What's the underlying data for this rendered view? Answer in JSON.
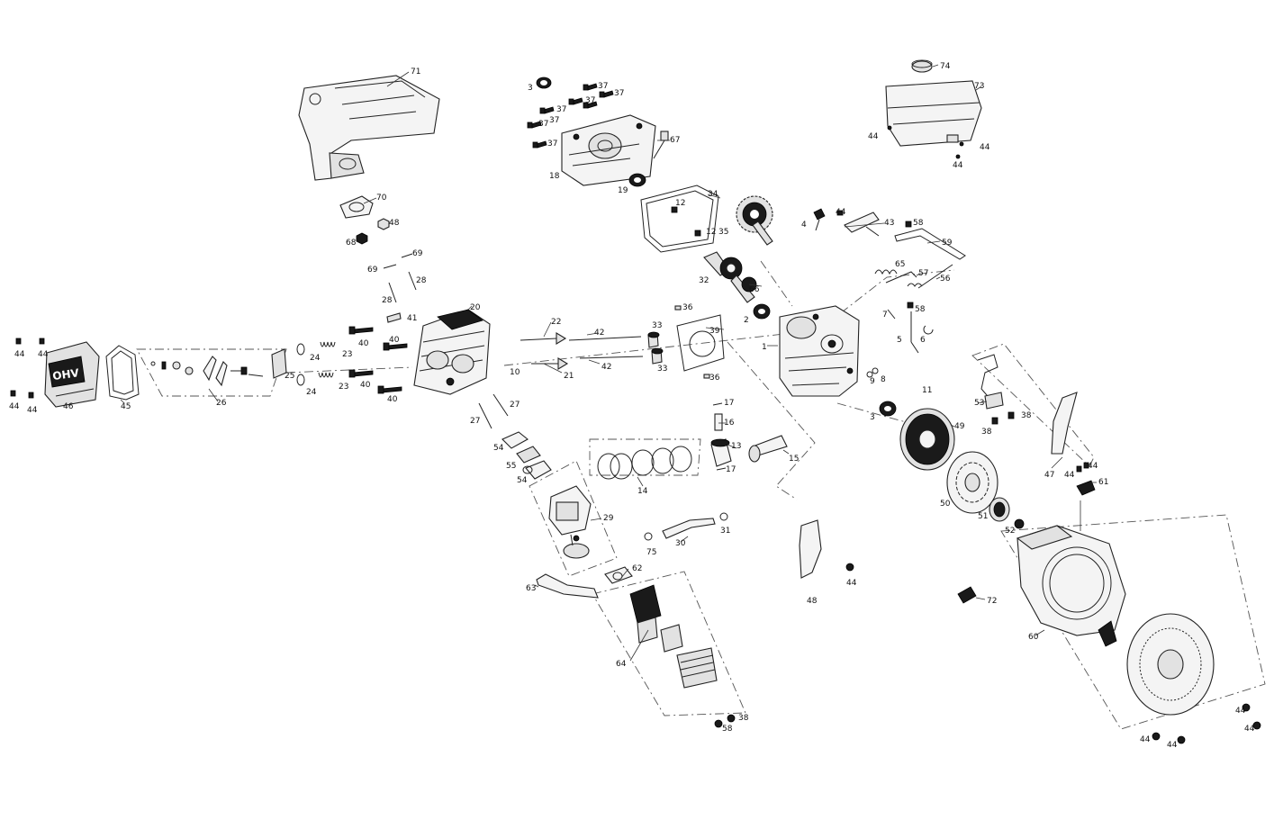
{
  "figure": {
    "cover_text": "OHV",
    "callouts": [
      {
        "id": "c71",
        "text": "71"
      },
      {
        "id": "c3a",
        "text": "3"
      },
      {
        "id": "c37a",
        "text": "37"
      },
      {
        "id": "c37b",
        "text": "37"
      },
      {
        "id": "c37c",
        "text": "37"
      },
      {
        "id": "c37d",
        "text": "37"
      },
      {
        "id": "c37e",
        "text": "37"
      },
      {
        "id": "c37f",
        "text": "37"
      },
      {
        "id": "c37g",
        "text": "37"
      },
      {
        "id": "c67",
        "text": "67"
      },
      {
        "id": "c18",
        "text": "18"
      },
      {
        "id": "c19",
        "text": "19"
      },
      {
        "id": "c34",
        "text": "34"
      },
      {
        "id": "c12a",
        "text": "12"
      },
      {
        "id": "c12b",
        "text": "12"
      },
      {
        "id": "c35",
        "text": "35"
      },
      {
        "id": "c74",
        "text": "74"
      },
      {
        "id": "c73",
        "text": "73"
      },
      {
        "id": "c44a",
        "text": "44"
      },
      {
        "id": "c44b",
        "text": "44"
      },
      {
        "id": "c44c",
        "text": "44"
      },
      {
        "id": "c70",
        "text": "70"
      },
      {
        "id": "c48a",
        "text": "48"
      },
      {
        "id": "c68",
        "text": "68"
      },
      {
        "id": "c69a",
        "text": "69"
      },
      {
        "id": "c69b",
        "text": "69"
      },
      {
        "id": "c28a",
        "text": "28"
      },
      {
        "id": "c28b",
        "text": "28"
      },
      {
        "id": "c4",
        "text": "4"
      },
      {
        "id": "c44d",
        "text": "44"
      },
      {
        "id": "c43",
        "text": "43"
      },
      {
        "id": "c58a",
        "text": "58"
      },
      {
        "id": "c59",
        "text": "59"
      },
      {
        "id": "c65",
        "text": "65"
      },
      {
        "id": "c57",
        "text": "57"
      },
      {
        "id": "c56",
        "text": "56"
      },
      {
        "id": "c32",
        "text": "32"
      },
      {
        "id": "c66",
        "text": "66"
      },
      {
        "id": "c2",
        "text": "2"
      },
      {
        "id": "c36a",
        "text": "36"
      },
      {
        "id": "c20",
        "text": "20"
      },
      {
        "id": "c41",
        "text": "41"
      },
      {
        "id": "c40a",
        "text": "40"
      },
      {
        "id": "c40b",
        "text": "40"
      },
      {
        "id": "c40c",
        "text": "40"
      },
      {
        "id": "c40d",
        "text": "40"
      },
      {
        "id": "c22",
        "text": "22"
      },
      {
        "id": "c42a",
        "text": "42"
      },
      {
        "id": "c42b",
        "text": "42"
      },
      {
        "id": "c33a",
        "text": "33"
      },
      {
        "id": "c33b",
        "text": "33"
      },
      {
        "id": "c39",
        "text": "39"
      },
      {
        "id": "c36b",
        "text": "36"
      },
      {
        "id": "c1",
        "text": "1"
      },
      {
        "id": "c7",
        "text": "7"
      },
      {
        "id": "c58b",
        "text": "58"
      },
      {
        "id": "c5",
        "text": "5"
      },
      {
        "id": "c6",
        "text": "6"
      },
      {
        "id": "c9",
        "text": "9"
      },
      {
        "id": "c8",
        "text": "8"
      },
      {
        "id": "c44e",
        "text": "44"
      },
      {
        "id": "c44f",
        "text": "44"
      },
      {
        "id": "c44g",
        "text": "44"
      },
      {
        "id": "c44h",
        "text": "44"
      },
      {
        "id": "c46",
        "text": "46"
      },
      {
        "id": "c45",
        "text": "45"
      },
      {
        "id": "c26",
        "text": "26"
      },
      {
        "id": "c25",
        "text": "25"
      },
      {
        "id": "c24a",
        "text": "24"
      },
      {
        "id": "c24b",
        "text": "24"
      },
      {
        "id": "c23a",
        "text": "23"
      },
      {
        "id": "c23b",
        "text": "23"
      },
      {
        "id": "c10",
        "text": "10"
      },
      {
        "id": "c21",
        "text": "21"
      },
      {
        "id": "c27a",
        "text": "27"
      },
      {
        "id": "c27b",
        "text": "27"
      },
      {
        "id": "c11",
        "text": "11"
      },
      {
        "id": "c53",
        "text": "53"
      },
      {
        "id": "c38a",
        "text": "38"
      },
      {
        "id": "c38b",
        "text": "38"
      },
      {
        "id": "c3b",
        "text": "3"
      },
      {
        "id": "c49",
        "text": "49"
      },
      {
        "id": "c17a",
        "text": "17"
      },
      {
        "id": "c16",
        "text": "16"
      },
      {
        "id": "c13",
        "text": "13"
      },
      {
        "id": "c17b",
        "text": "17"
      },
      {
        "id": "c15",
        "text": "15"
      },
      {
        "id": "c14",
        "text": "14"
      },
      {
        "id": "c54a",
        "text": "54"
      },
      {
        "id": "c55",
        "text": "55"
      },
      {
        "id": "c54b",
        "text": "54"
      },
      {
        "id": "c29",
        "text": "29"
      },
      {
        "id": "c47",
        "text": "47"
      },
      {
        "id": "c44i",
        "text": "44"
      },
      {
        "id": "c44j",
        "text": "44"
      },
      {
        "id": "c61",
        "text": "61"
      },
      {
        "id": "c50",
        "text": "50"
      },
      {
        "id": "c51",
        "text": "51"
      },
      {
        "id": "c52",
        "text": "52"
      },
      {
        "id": "c75",
        "text": "75"
      },
      {
        "id": "c30",
        "text": "30"
      },
      {
        "id": "c31",
        "text": "31"
      },
      {
        "id": "c48b",
        "text": "48"
      },
      {
        "id": "c44k",
        "text": "44"
      },
      {
        "id": "c62",
        "text": "62"
      },
      {
        "id": "c63",
        "text": "63"
      },
      {
        "id": "c72",
        "text": "72"
      },
      {
        "id": "c60",
        "text": "60"
      },
      {
        "id": "c64",
        "text": "64"
      },
      {
        "id": "c38c",
        "text": "38"
      },
      {
        "id": "c58c",
        "text": "58"
      },
      {
        "id": "c44l",
        "text": "44"
      },
      {
        "id": "c44m",
        "text": "44"
      },
      {
        "id": "c44n",
        "text": "44"
      },
      {
        "id": "c44o",
        "text": "44"
      }
    ]
  }
}
